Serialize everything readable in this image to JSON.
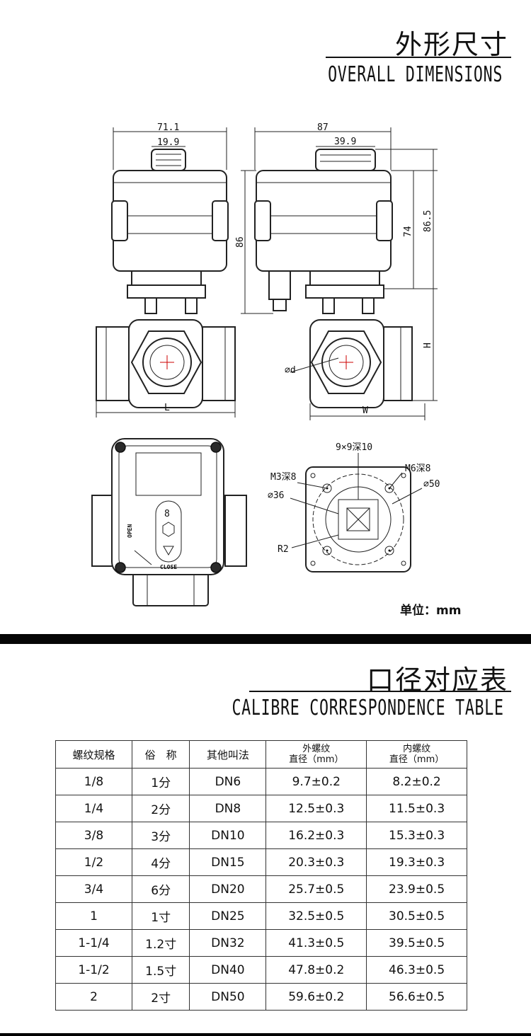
{
  "overall": {
    "title_cn": "外形尺寸",
    "title_en": "OVERALL DIMENSIONS",
    "unit": "单位：mm"
  },
  "dims": {
    "front_width": "71.1",
    "front_stem": "19.9",
    "side_width": "87",
    "side_stem": "39.9",
    "height_86": "86",
    "height_74": "74",
    "height_865": "86.5",
    "len_L": "L",
    "len_W": "W",
    "len_H": "H",
    "phi_d": "⌀d",
    "square": "9×9深10",
    "m3": "M3深8",
    "m6": "M6深8",
    "phi36": "⌀36",
    "phi50": "⌀50",
    "r2": "R2",
    "label_8": "8",
    "label_open": "OPEN",
    "label_close": "CLOSE"
  },
  "calibre": {
    "title_cn": "口径对应表",
    "title_en": "CALIBRE CORRESPONDENCE TABLE",
    "headers": [
      "螺纹规格",
      "俗　称",
      "其他叫法",
      "外螺纹",
      "直径（mm）",
      "内螺纹",
      "直径（mm）"
    ],
    "rows": [
      [
        "1/8",
        "1分",
        "DN6",
        "9.7±0.2",
        "8.2±0.2"
      ],
      [
        "1/4",
        "2分",
        "DN8",
        "12.5±0.3",
        "11.5±0.3"
      ],
      [
        "3/8",
        "3分",
        "DN10",
        "16.2±0.3",
        "15.3±0.3"
      ],
      [
        "1/2",
        "4分",
        "DN15",
        "20.3±0.3",
        "19.3±0.3"
      ],
      [
        "3/4",
        "6分",
        "DN20",
        "25.7±0.5",
        "23.9±0.5"
      ],
      [
        "1",
        "1寸",
        "DN25",
        "32.5±0.5",
        "30.5±0.5"
      ],
      [
        "1-1/4",
        "1.2寸",
        "DN32",
        "41.3±0.5",
        "39.5±0.5"
      ],
      [
        "1-1/2",
        "1.5寸",
        "DN40",
        "47.8±0.2",
        "46.3±0.5"
      ],
      [
        "2",
        "2寸",
        "DN50",
        "59.6±0.2",
        "56.6±0.5"
      ]
    ]
  }
}
